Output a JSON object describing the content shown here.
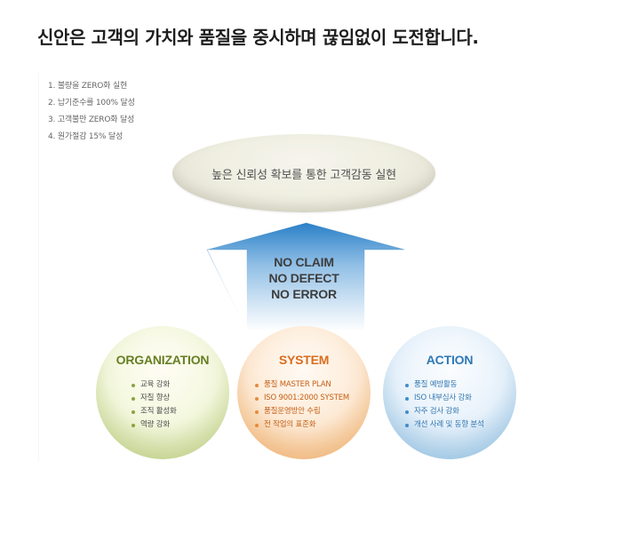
{
  "headline": "신안은 고객의 가치와 품질을 중시하며 끊임없이 도전합니다.",
  "goals": [
    "1. 불량을 ZERO화 실현",
    "2. 납기준수를 100% 달성",
    "3. 고객불만 ZERO화 달성",
    "4. 원가절감 15% 달성"
  ],
  "top_goal": "높은 신뢰성 확보를 통한 고객감동 실현",
  "arrow_lines": [
    "NO CLAIM",
    "NO DEFECT",
    "NO ERROR"
  ],
  "pillars": [
    {
      "title": "ORGANIZATION",
      "items": [
        "교육 강화",
        "자질 향상",
        "조직 활성화",
        "역량 강화"
      ]
    },
    {
      "title": "SYSTEM",
      "items": [
        "품질 MASTER PLAN",
        "ISO 9001:2000 SYSTEM",
        "품질운영방안 수립",
        "전 작업의 표준화"
      ]
    },
    {
      "title": "ACTION",
      "items": [
        "품질 예방활동",
        "ISO 내부심사 강화",
        "자주 검사 강화",
        "개선 사례 및 동향 분석"
      ]
    }
  ],
  "colors": {
    "headline": "#1d1d1d",
    "organization": "#667f23",
    "system": "#d86d20",
    "action": "#2f79b5",
    "arrow_top": "#2a80c8",
    "arrow_bottom": "#ffffff"
  }
}
